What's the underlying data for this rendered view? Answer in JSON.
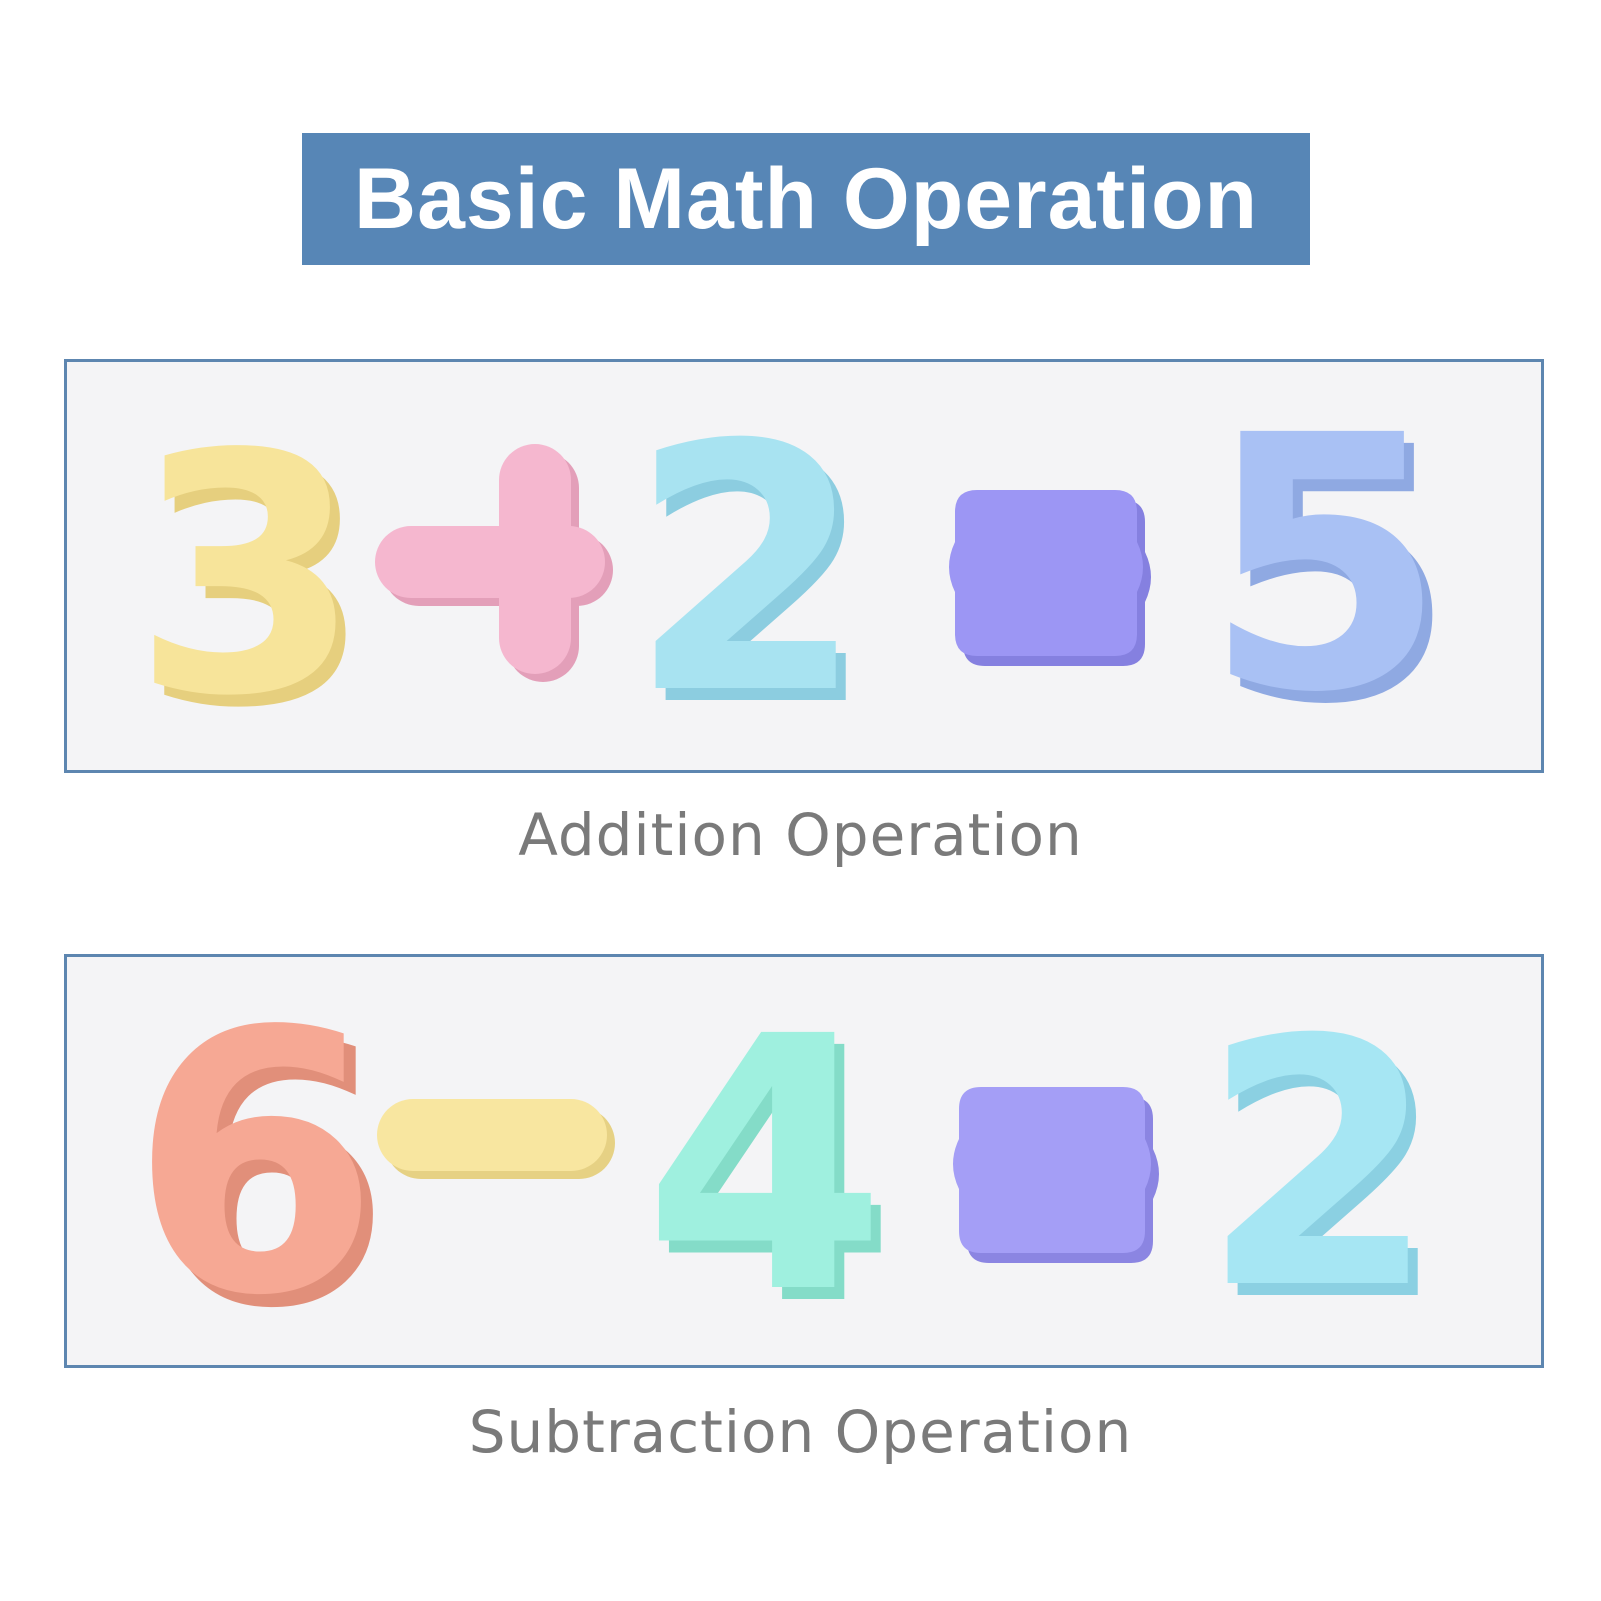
{
  "title": "Basic Math Operation",
  "colors": {
    "banner": "#5786b6",
    "panel_border": "#5d86b0",
    "caption": "#7a7a7a"
  },
  "addition": {
    "caption": "Addition Operation",
    "pieces": [
      {
        "glyph": "3",
        "color": "#f7e49a",
        "shade": "#e6cf7e"
      },
      {
        "glyph": "+",
        "color": "#f5b7cf",
        "shade": "#e39fb9"
      },
      {
        "glyph": "2",
        "color": "#a8e3f1",
        "shade": "#8ccde0"
      },
      {
        "glyph": "=",
        "color": "#9c96f4",
        "shade": "#8580e0"
      },
      {
        "glyph": "5",
        "color": "#a9c1f4",
        "shade": "#8fa9e2"
      }
    ]
  },
  "subtraction": {
    "caption": "Subtraction Operation",
    "pieces": [
      {
        "glyph": "6",
        "color": "#f6a894",
        "shade": "#e18f7a"
      },
      {
        "glyph": "−",
        "color": "#f8e6a0",
        "shade": "#e6d184"
      },
      {
        "glyph": "4",
        "color": "#9ff0df",
        "shade": "#84dcc8"
      },
      {
        "glyph": "=",
        "color": "#a49ef6",
        "shade": "#8b85e2"
      },
      {
        "glyph": "2",
        "color": "#a6e6f3",
        "shade": "#8bd0e2"
      }
    ]
  }
}
